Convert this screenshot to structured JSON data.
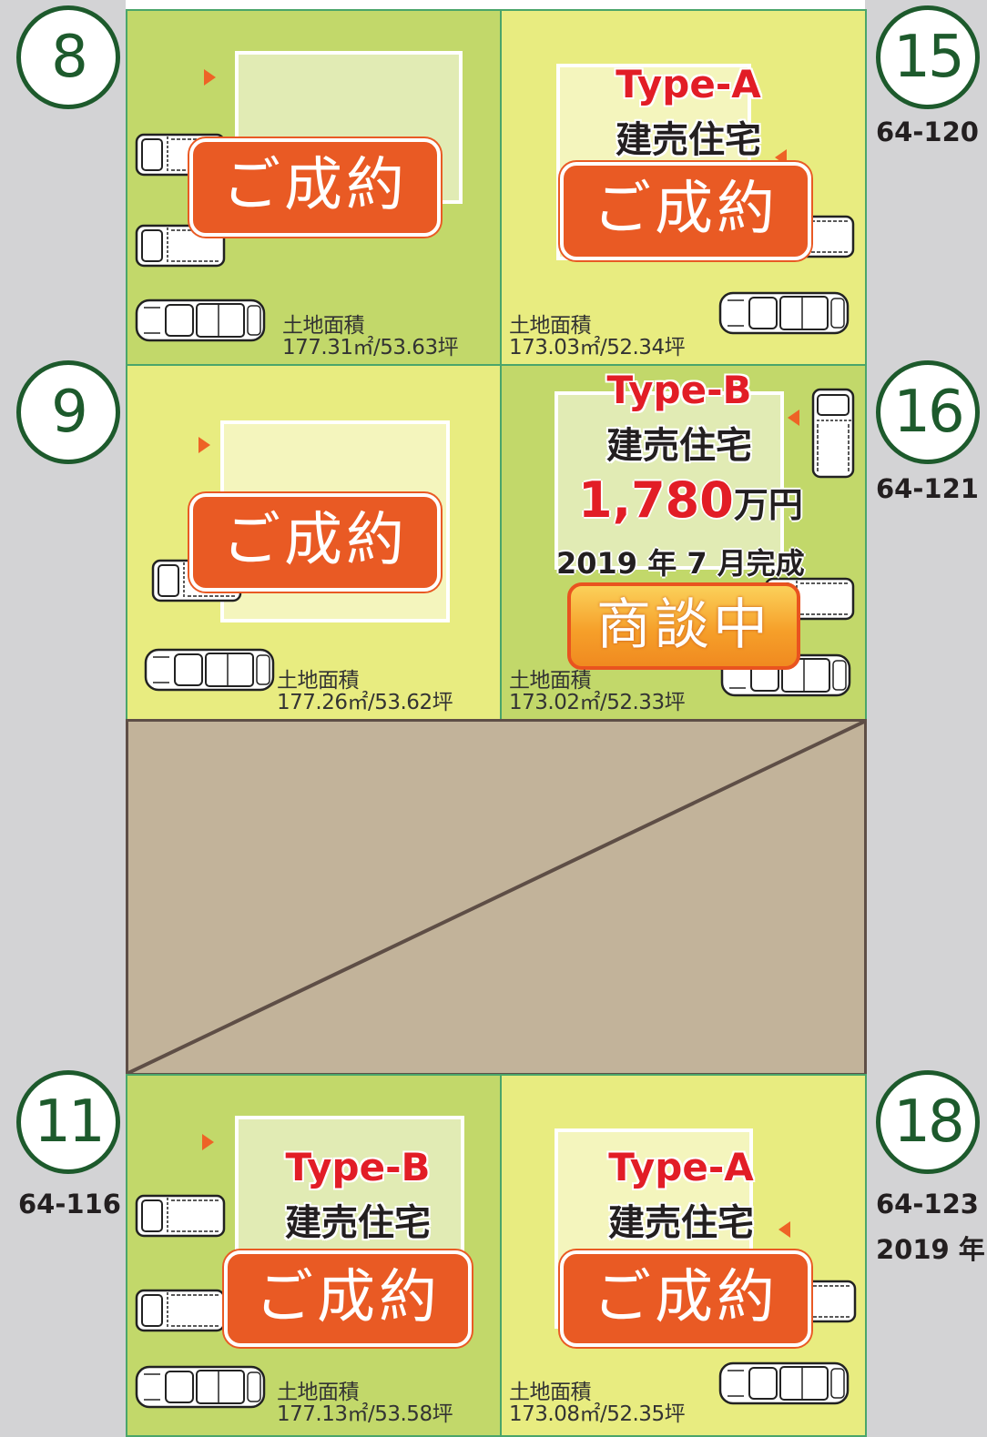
{
  "left_numbers": [
    "8",
    "9",
    "11"
  ],
  "right_numbers": [
    "15",
    "16",
    "18"
  ],
  "codes": {
    "lot15": "64-120",
    "lot16": "64-121",
    "lot11": "64-116",
    "lot18": "64-123",
    "lot18_year": "2019 年"
  },
  "area_label": "土地面積",
  "lots": {
    "lot8": {
      "area": "177.31㎡/53.63坪",
      "status": "ご成約"
    },
    "lot15": {
      "type": "Type-A",
      "kind": "建売住宅",
      "area": "173.03㎡/52.34坪",
      "status": "ご成約"
    },
    "lot9": {
      "area": "177.26㎡/53.62坪",
      "status": "ご成約"
    },
    "lot16": {
      "type": "Type-B",
      "kind": "建売住宅",
      "price": "1,780",
      "price_unit": "万円",
      "completion": "2019 年 7 月完成",
      "area": "173.02㎡/52.33坪",
      "status": "商談中"
    },
    "lot11": {
      "type": "Type-B",
      "kind": "建売住宅",
      "area": "177.13㎡/53.58坪",
      "status": "ご成約"
    },
    "lot18": {
      "type": "Type-A",
      "kind": "建売住宅",
      "area": "173.08㎡/52.35坪",
      "status": "ご成約"
    }
  },
  "colors": {
    "lot_green": "#c2d86a",
    "lot_yellow": "#e8ec80",
    "sold_badge": "#e95a24",
    "negotiating_badge": "#f6a02a",
    "type_label": "#e21d26",
    "circle": "#1d5a2c",
    "reserved_area": "#c2b39a"
  },
  "icons": [
    "car-icon",
    "entrance-arrow-icon"
  ]
}
